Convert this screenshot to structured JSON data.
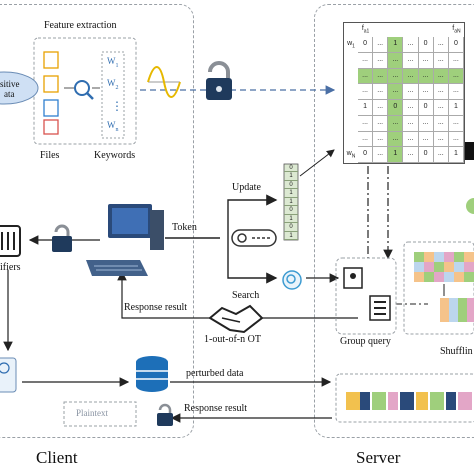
{
  "labels": {
    "feature_extraction": "Feature extraction",
    "sensitive_data_1": "sitive",
    "sensitive_data_2": "ata",
    "files": "Files",
    "keywords": "Keywords",
    "w1": "W",
    "w1_sub": "1",
    "w2": "W",
    "w2_sub": "2",
    "wn": "W",
    "wn_sub": "n",
    "update": "Update",
    "token": "Token",
    "search": "Search",
    "response_result_top": "Response result",
    "one_out_of_n_ot": "1-out-of-n OT",
    "group_query": "Group query",
    "shuffling": "Shufflin",
    "identifiers": "ifiers",
    "perturbed_data": "perturbed data",
    "response_result_bottom": "Response result",
    "plaintext": "Plaintext",
    "client": "Client",
    "server": "Server"
  },
  "matrix": {
    "col_headers": [
      "f",
      "f"
    ],
    "col_header_subs": [
      "a1",
      "aN"
    ],
    "row_headers": [
      "w",
      "",
      "",
      "",
      "",
      "",
      "",
      "w"
    ],
    "row_header_subs": [
      "1",
      "",
      "",
      "",
      "",
      "",
      "",
      "N"
    ],
    "rows": [
      [
        "0",
        "...",
        "1",
        "...",
        "0",
        "...",
        "0"
      ],
      [
        "...",
        "...",
        "...",
        "...",
        "...",
        "...",
        "..."
      ],
      [
        "...",
        "...",
        "...",
        "...",
        "...",
        "...",
        "..."
      ],
      [
        "...",
        "...",
        "...",
        "...",
        "...",
        "...",
        "..."
      ],
      [
        "1",
        "...",
        "0",
        "...",
        "0",
        "...",
        "1"
      ],
      [
        "...",
        "...",
        "...",
        "...",
        "...",
        "...",
        "..."
      ],
      [
        "...",
        "...",
        "...",
        "...",
        "...",
        "...",
        "..."
      ],
      [
        "0",
        "...",
        "1",
        "...",
        "0",
        "...",
        "1"
      ]
    ],
    "green_rows": [
      2
    ],
    "green_col": 2
  },
  "update_vector": [
    "0",
    "1",
    "0",
    "1",
    "1",
    "0",
    "1",
    "0",
    "1"
  ],
  "colors": {
    "cloud": "#cfe0f4",
    "matrix_green": "#9fcf7c",
    "vector_fill": "#dce9d2",
    "arrow": "#222222",
    "dash_blue": "#4a6fa5",
    "database": "#1d6fb8"
  }
}
